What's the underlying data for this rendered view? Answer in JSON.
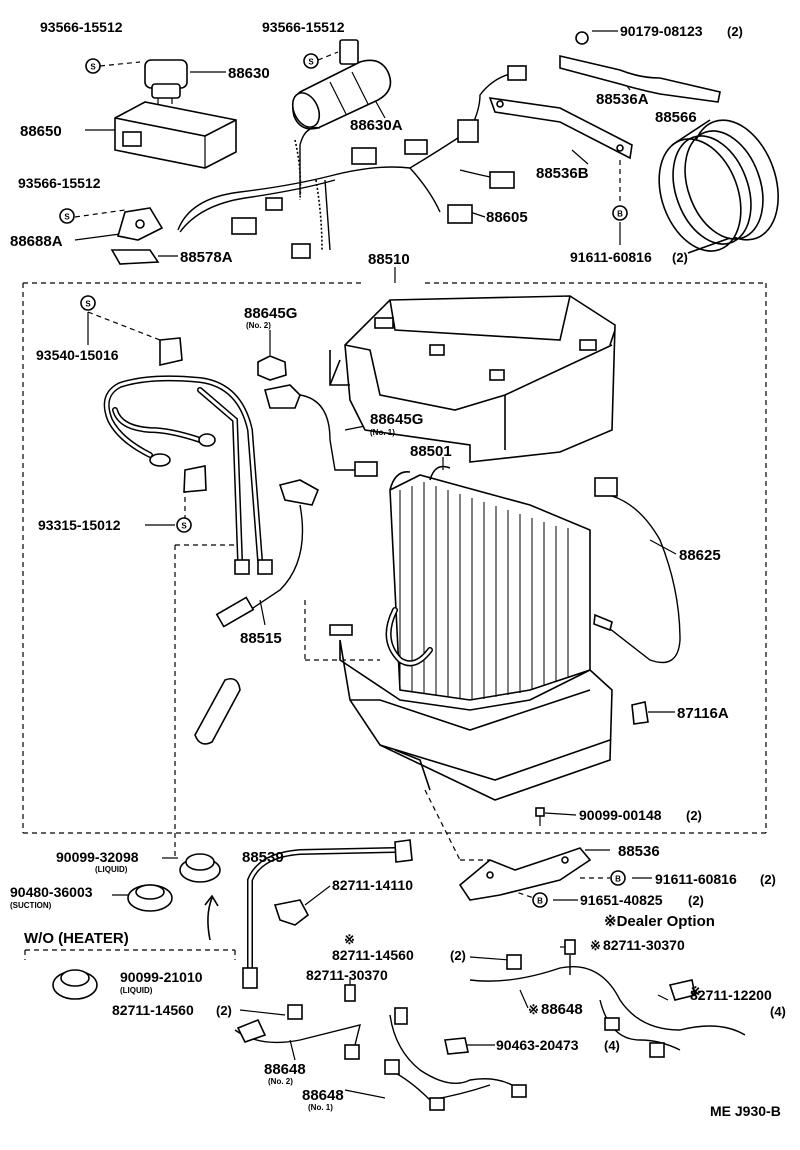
{
  "diagram_id": "ME J930-B",
  "dealer_option": "※Dealer Option",
  "wo_heater": "W/O (HEATER)",
  "symbols": {
    "s": "S",
    "b": "B",
    "star": "※"
  },
  "labels": {
    "p93566_15512_a": "93566-15512",
    "p93566_15512_b": "93566-15512",
    "p93566_15512_c": "93566-15512",
    "p88630": "88630",
    "p88630a": "88630A",
    "p88650": "88650",
    "p88688a": "88688A",
    "p88578a": "88578A",
    "p90179": "90179-08123",
    "p90179_qty": "(2)",
    "p88536a": "88536A",
    "p88566": "88566",
    "p88536b": "88536B",
    "p88605": "88605",
    "p91611_a": "91611-60816",
    "p91611_a_qty": "(2)",
    "p88510": "88510",
    "p88645g_2": "88645G",
    "p88645g_2_sub": "(No. 2)",
    "p93540": "93540-15016",
    "p88645g_1": "88645G",
    "p88645g_1_sub": "(No. 1)",
    "p88501": "88501",
    "p88625": "88625",
    "p93315": "93315-15012",
    "p88515": "88515",
    "p87116a": "87116A",
    "p90099_00148": "90099-00148",
    "p90099_00148_qty": "(2)",
    "p90099_32098": "90099-32098",
    "p90099_32098_sub": "(LIQUID)",
    "p88539": "88539",
    "p88536": "88536",
    "p91611_b": "91611-60816",
    "p91611_b_qty": "(2)",
    "p90480": "90480-36003",
    "p90480_sub": "(SUCTION)",
    "p82711_14110": "82711-14110",
    "p91651": "91651-40825",
    "p91651_qty": "(2)",
    "p90099_21010": "90099-21010",
    "p90099_21010_sub": "(LIQUID)",
    "p82711_14560_a": "82711-14560",
    "p82711_14560_a_qty": "(2)",
    "p82711_30370_a": "82711-30370",
    "p82711_30370_b": "82711-30370",
    "p88648_star": "88648",
    "p82711_12200": "82711-12200",
    "p82711_12200_qty": "(4)",
    "p82711_14560_b": "82711-14560",
    "p82711_14560_b_qty": "(2)",
    "p90463": "90463-20473",
    "p90463_qty": "(4)",
    "p88648_2": "88648",
    "p88648_2_sub": "(No. 2)",
    "p88648_1": "88648",
    "p88648_1_sub": "(No. 1)"
  }
}
